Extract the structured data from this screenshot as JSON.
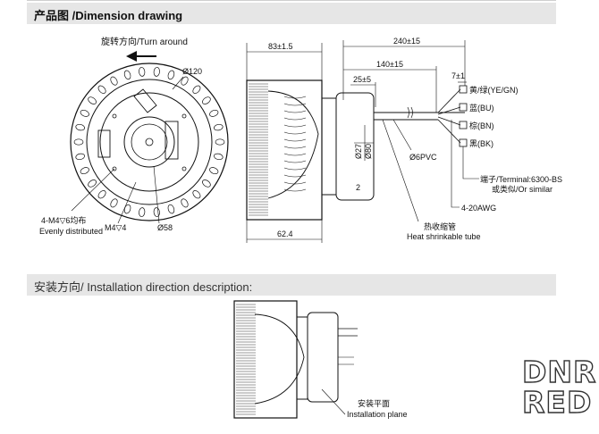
{
  "sections": {
    "dimension_title": "产品图 /Dimension drawing",
    "installation_title": "安装方向/ Installation direction description:"
  },
  "front_view": {
    "rotation_label": "旋转方向/Turn around",
    "diameter_outer": "Ø120",
    "diameter_hub": "Ø58",
    "holes_note_line1": "4-M4▽6均布",
    "holes_note_line2": "Evenly distributed",
    "screw_note": "M4▽4"
  },
  "side_view": {
    "dim_depth": "83±1.5",
    "dim_body": "62.4",
    "dim_d27": "Ø27",
    "dim_d80": "Ø80",
    "dim_2": "2"
  },
  "cable": {
    "dim_total": "240±15",
    "dim_mid": "140±15",
    "dim_strip": "25±5",
    "dim_end": "7±1",
    "sleeve": "Ø6PVC",
    "wire_yegn": "黄/绿(YE/GN)",
    "wire_bu": "蓝(BU)",
    "wire_bn": "棕(BN)",
    "wire_bk": "黑(BK)",
    "terminal_line1": "端子/Terminal:6300-BS",
    "terminal_line2": "或类似/Or similar",
    "awg": "4-20AWG",
    "heat_cn": "热收缩管",
    "heat_en": "Heat shrinkable tube"
  },
  "installation": {
    "plane_cn": "安装平面",
    "plane_en": "Installation plane"
  },
  "watermark": {
    "line1": "DNR",
    "line2": "RED"
  }
}
